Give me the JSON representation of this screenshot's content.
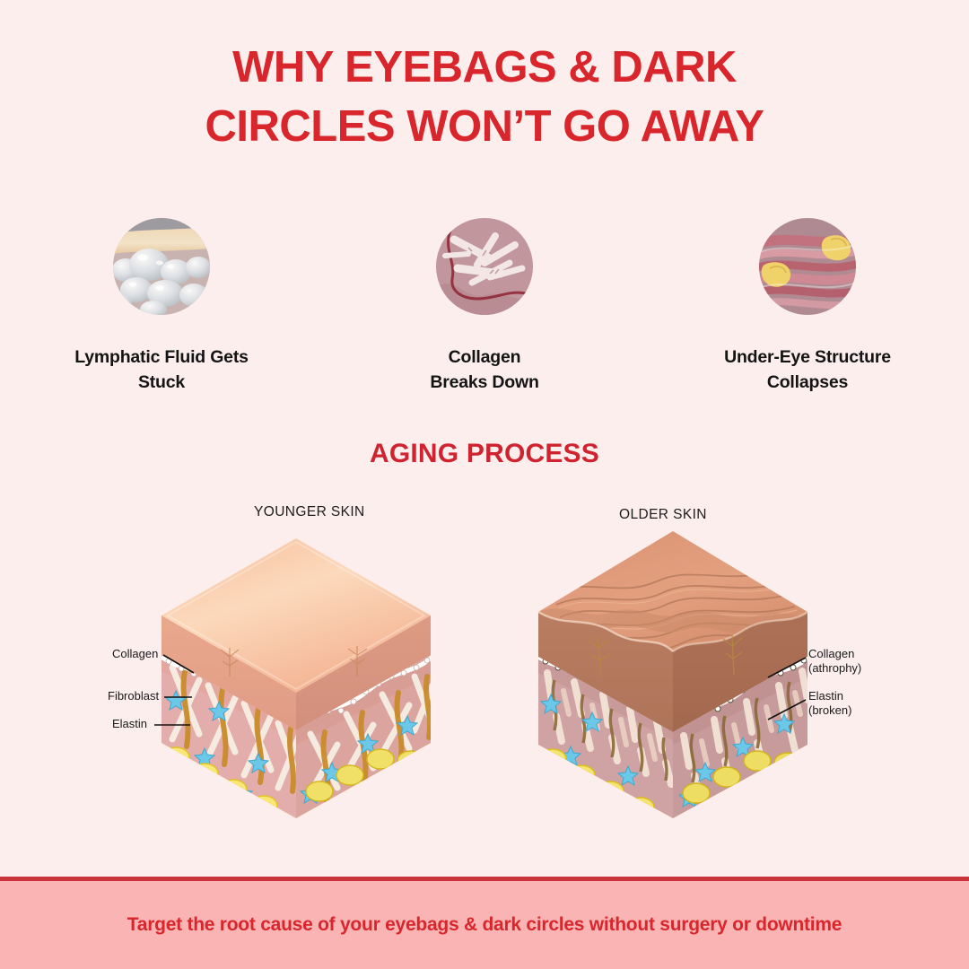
{
  "background_color": "#fdeeee",
  "accent_red": "#d8262c",
  "title": {
    "line1": "WHY EYEBAGS & DARK",
    "line2": "CIRCLES WON’T GO AWAY"
  },
  "causes": [
    {
      "icon": "lymphatic-fluid-bubbles-icon",
      "label_line1": "Lymphatic Fluid Gets",
      "label_line2": "Stuck"
    },
    {
      "icon": "broken-collagen-fibers-icon",
      "label_line1": "Collagen",
      "label_line2": "Breaks Down"
    },
    {
      "icon": "under-eye-fat-muscle-icon",
      "label_line1": "Under-Eye Structure",
      "label_line2": "Collapses"
    }
  ],
  "aging_section": {
    "heading": "AGING PROCESS",
    "younger_caption": "YOUNGER SKIN",
    "older_caption": "OLDER SKIN",
    "younger_labels": {
      "collagen": "Collagen",
      "fibroblast": "Fibroblast",
      "elastin": "Elastin"
    },
    "older_labels": {
      "collagen_line1": "Collagen",
      "collagen_line2": "(athrophy)",
      "elastin_line1": "Elastin",
      "elastin_line2": "(broken)"
    }
  },
  "banner": {
    "text": "Target the root cause of your eyebags & dark circles without surgery or downtime",
    "background_color": "#fbb4b4",
    "border_color": "#c9333c",
    "text_color": "#d8262c"
  }
}
